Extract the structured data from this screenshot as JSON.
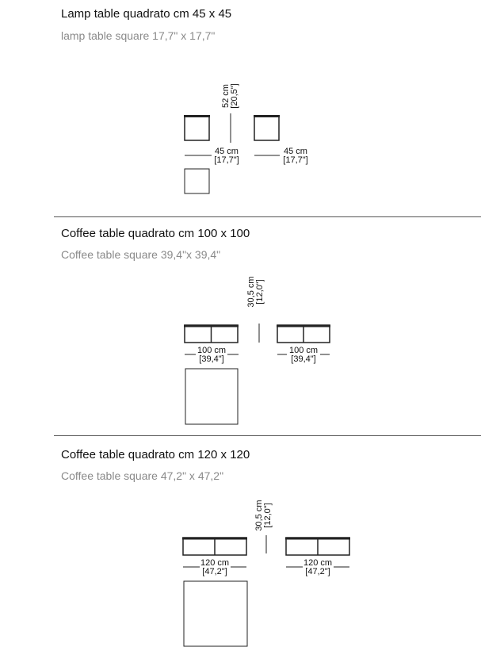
{
  "sections": [
    {
      "title": "Lamp table quadrato cm 45 x 45",
      "subtitle": "lamp table square 17,7\" x 17,7\"",
      "height_cm": "52 cm",
      "height_in": "[20,5\"]",
      "width_cm": "45 cm",
      "width_in": "[17,7\"]"
    },
    {
      "title": "Coffee table quadrato cm 100 x 100",
      "subtitle": "Coffee table square 39,4\"x 39,4\"",
      "height_cm": "30,5 cm",
      "height_in": "[12,0\"]",
      "width_cm": "100 cm",
      "width_in": "[39,4\"]"
    },
    {
      "title": "Coffee table quadrato cm 120 x 120",
      "subtitle": "Coffee table square 47,2\" x 47,2\"",
      "height_cm": "30,5 cm",
      "height_in": "[12,0\"]",
      "width_cm": "120 cm",
      "width_in": "[47,2\"]"
    }
  ]
}
